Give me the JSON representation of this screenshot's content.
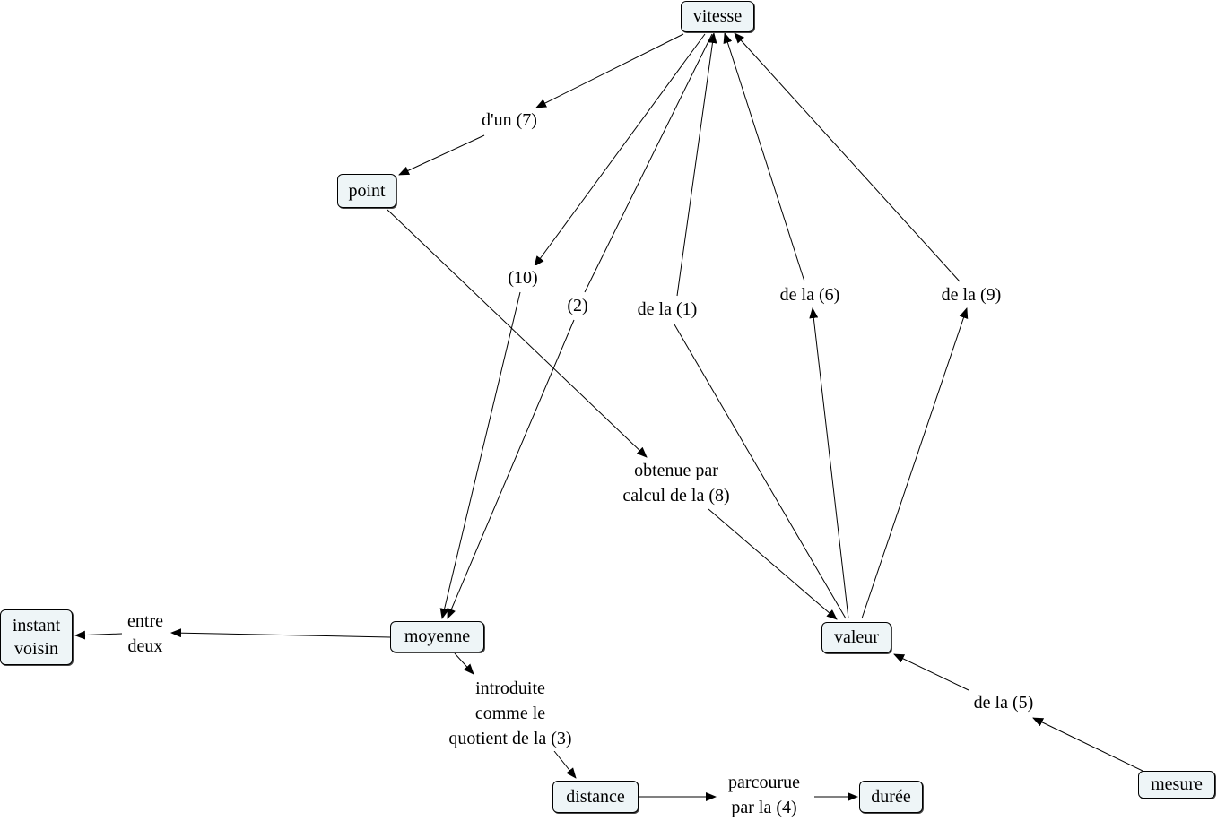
{
  "concepts": {
    "vitesse": "vitesse",
    "point": "point",
    "moyenne": "moyenne",
    "instant_voisin": "instant\nvoisin",
    "valeur": "valeur",
    "distance": "distance",
    "duree": "durée",
    "mesure": "mesure"
  },
  "links": {
    "d_un_7": "d'un (7)",
    "l10": "(10)",
    "l2": "(2)",
    "de_la_1": "de la (1)",
    "de_la_6": "de la (6)",
    "de_la_9": "de la (9)",
    "obtenue_8": "obtenue par\ncalcul de la (8)",
    "entre_deux": "entre\ndeux",
    "introduite_3": "introduite\ncomme le\nquotient de la (3)",
    "parcourue_4": "parcourue\npar la (4)",
    "de_la_5": "de la (5)"
  }
}
